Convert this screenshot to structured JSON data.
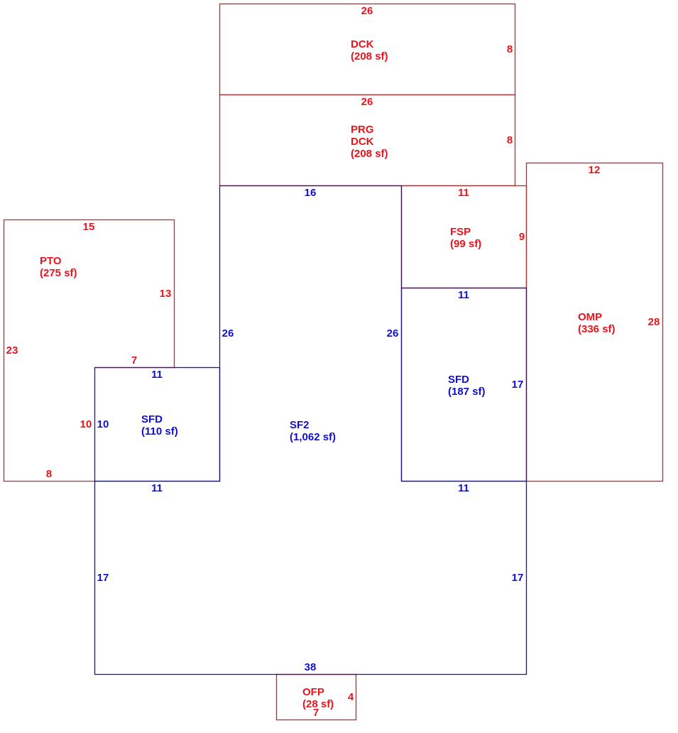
{
  "colors": {
    "red": "#e8141c",
    "blue": "#1010cc"
  },
  "areas": {
    "dck_top": {
      "code": "DCK",
      "area": "(208 sf)"
    },
    "prg_dck": {
      "code1": "PRG",
      "code2": "DCK",
      "area": "(208 sf)"
    },
    "pto": {
      "code": "PTO",
      "area": "(275 sf)"
    },
    "fsp": {
      "code": "FSP",
      "area": "(99 sf)"
    },
    "omp": {
      "code": "OMP",
      "area": "(336 sf)"
    },
    "sfd_left": {
      "code": "SFD",
      "area": "(110 sf)"
    },
    "sf2": {
      "code": "SF2",
      "area": "(1,062 sf)"
    },
    "sfd_right": {
      "code": "SFD",
      "area": "(187 sf)"
    },
    "ofp": {
      "code": "OFP",
      "area": "(28 sf)"
    }
  },
  "dims": {
    "dck_top_width": "26",
    "dck_top_depth": "8",
    "prg_dck_width": "26",
    "prg_dck_depth": "8",
    "pto_top": "15",
    "pto_right": "13",
    "pto_left": "23",
    "pto_step": "7",
    "pto_inner": "10",
    "pto_bottom": "8",
    "fsp_top": "11",
    "fsp_right": "9",
    "omp_top": "12",
    "omp_right": "28",
    "sf2_top": "16",
    "sf2_left": "26",
    "sf2_right": "26",
    "sfd_left_top": "11",
    "sfd_left_side": "10",
    "sfd_left_bottom": "11",
    "sfd_right_top": "11",
    "sfd_right_side": "17",
    "sfd_right_bottom": "11",
    "main_left": "17",
    "main_right": "17",
    "main_bottom": "38",
    "ofp_right": "4",
    "ofp_bottom": "7"
  }
}
